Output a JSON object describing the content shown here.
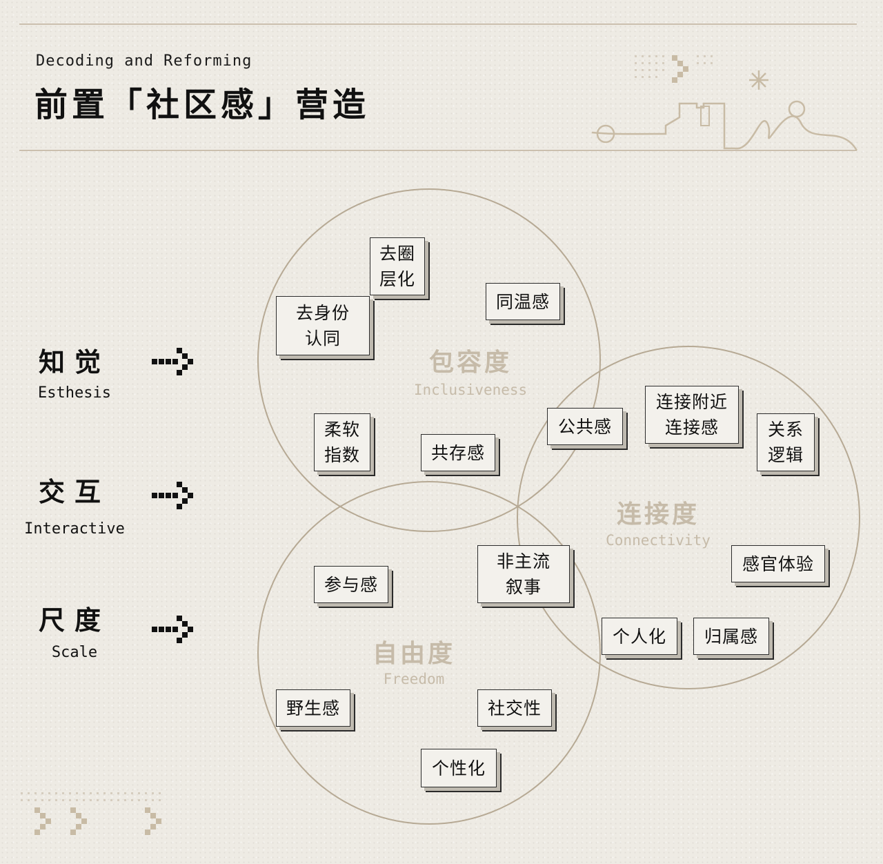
{
  "header": {
    "subtitle": "Decoding and Reforming",
    "title": "前置「社区感」营造"
  },
  "dimensions": [
    {
      "zh": "知觉",
      "en": "Esthesis"
    },
    {
      "zh": "交互",
      "en": "Interactive"
    },
    {
      "zh": "尺度",
      "en": "Scale"
    }
  ],
  "sets": {
    "inclusiveness": {
      "zh": "包容度",
      "en": "Inclusiveness"
    },
    "connectivity": {
      "zh": "连接度",
      "en": "Connectivity"
    },
    "freedom": {
      "zh": "自由度",
      "en": "Freedom"
    }
  },
  "tags": {
    "qu_quan_cenghua": [
      "去圈",
      "层化"
    ],
    "qu_shenfen_rentong": [
      "去身份",
      "认同"
    ],
    "tong_wen_gan": [
      "同温感"
    ],
    "rouruan_zhishu": [
      "柔软",
      "指数"
    ],
    "gong_cun_gan": [
      "共存感"
    ],
    "gong_gong_gan": [
      "公共感"
    ],
    "lianjie_fujin": [
      "连接附近",
      "连接感"
    ],
    "guanxi_luoji": [
      "关系",
      "逻辑"
    ],
    "feizhuliu_xushi": [
      "非主流",
      "叙事"
    ],
    "can_yu_gan": [
      "参与感"
    ],
    "ganguan_tiyan": [
      "感官体验"
    ],
    "gerenhua": [
      "个人化"
    ],
    "guishu_gan": [
      "归属感"
    ],
    "yesheng_gan": [
      "野生感"
    ],
    "shejiao_xing": [
      "社交性"
    ],
    "gexinghua": [
      "个性化"
    ]
  },
  "colors": {
    "background": "#eeebe4",
    "circle_stroke": "#b6a994",
    "set_label": "#c6bba9",
    "ink": "#111111"
  }
}
